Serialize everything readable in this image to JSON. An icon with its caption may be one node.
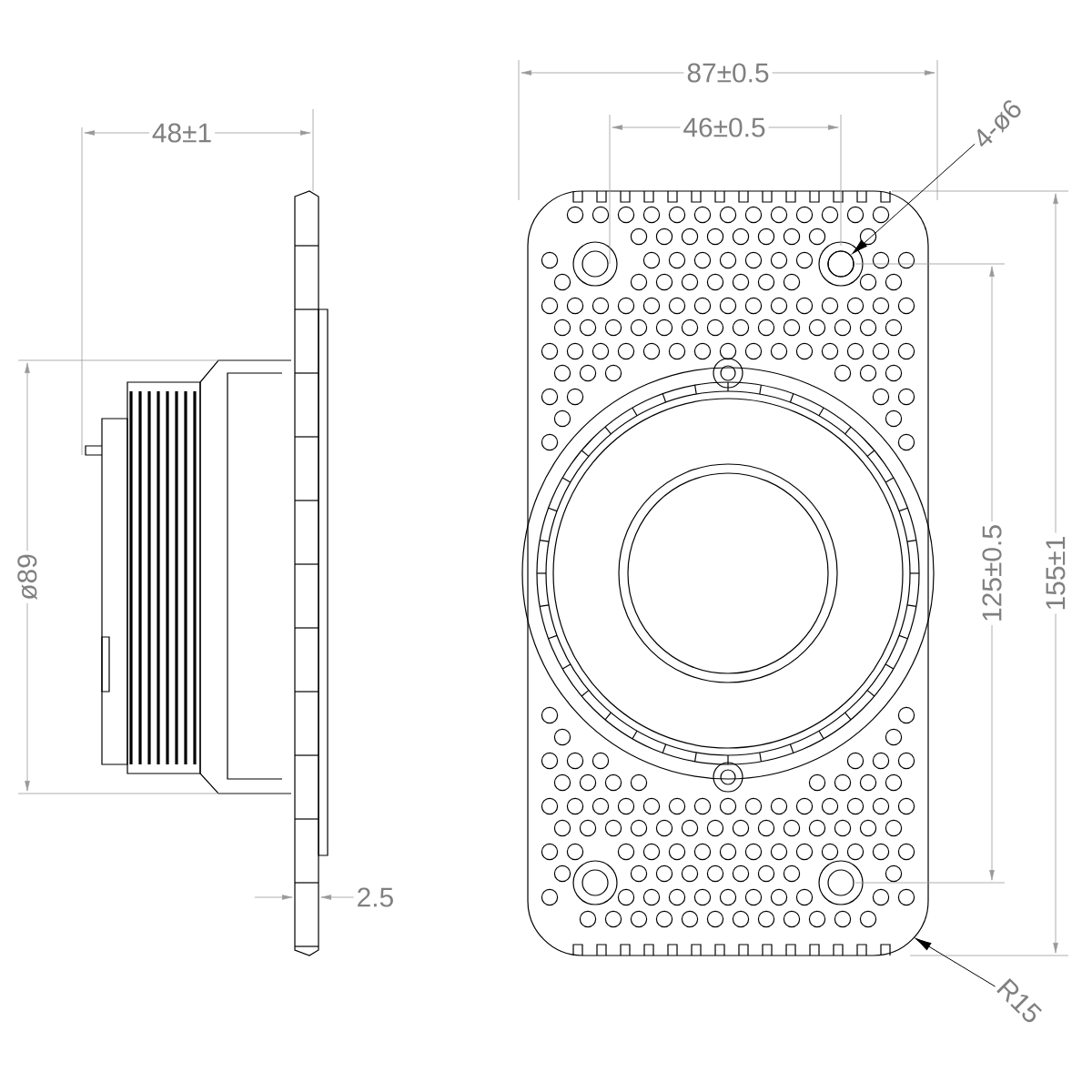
{
  "diagram": {
    "nodes": [
      {
        "text": [
          "4-ø6"
        ]
      },
      {
        "text": [],
        "shape": "circle"
      },
      {
        "text": [
          "R15"
        ]
      }
    ],
    "edges": [
      {
        "from": 0,
        "to": 1,
        "arrow": "to"
      },
      {
        "from": 2,
        "to": null,
        "arrow": "to"
      }
    ],
    "labels": [
      "48±1",
      "ø89",
      "2.5",
      "87±0.5",
      "46±0.5",
      "125±0.5",
      "155±1"
    ]
  }
}
